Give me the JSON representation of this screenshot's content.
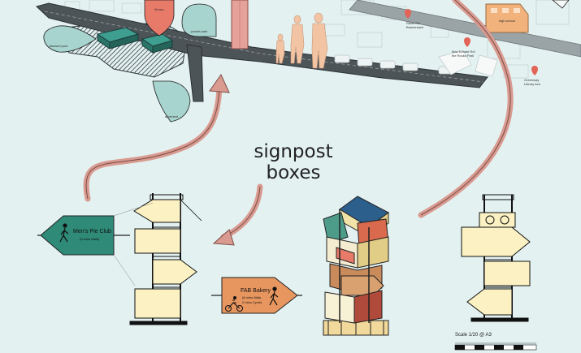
{
  "title": "signpost boxes",
  "map": {
    "pins": {
      "library": "library",
      "pocket_park": "pocket park",
      "disused_pool": "disused pool",
      "allotment": "allotment"
    },
    "poi": {
      "high_school": "high school",
      "poi_a": "Ravel Rd\nBeachreach",
      "poi_b": "Mac Donald Rd/\nthe Rocks Park",
      "poi_c": "Greenway\nLibrary Ave"
    }
  },
  "signs": {
    "pie_club": {
      "name": "Men's Pie Club",
      "sub": "(5 mins Walk)",
      "color": "#2f8a78"
    },
    "bakery": {
      "name": "FAB Bakery",
      "sub1": "(8 mins Walk,",
      "sub2": "2 mins Cycle)",
      "color": "#e8965f"
    }
  },
  "scale": "Scale 1/20 @ A3",
  "colors": {
    "background": "#e3f1f1",
    "road": "#4d5458",
    "arrow": "#d99a90",
    "pin_red": "#e87a6a",
    "pin_teal": "#a7d4cf",
    "box_fill": "#fbf1c2",
    "teal_sign": "#2f8a78",
    "orange_sign": "#e8965f",
    "tower_pink": "#e6a29a"
  }
}
